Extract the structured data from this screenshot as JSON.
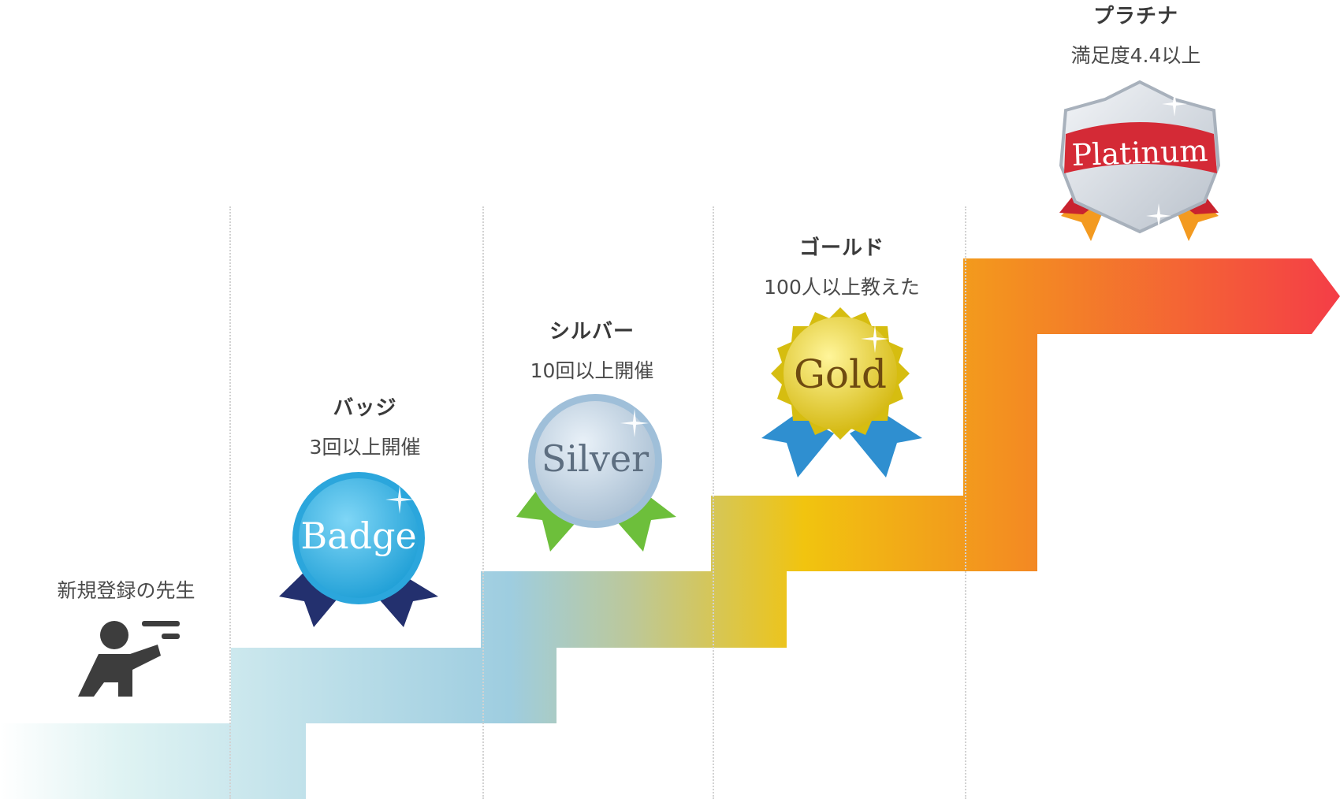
{
  "stages": [
    {
      "key": "beginner",
      "title": "",
      "requirement": "新規登録の先生",
      "icon": "teacher-pointing-icon",
      "badge_text": ""
    },
    {
      "key": "badge",
      "title": "バッジ",
      "requirement": "3回以上開催",
      "icon": "blue-medal-icon",
      "badge_text": "Badge"
    },
    {
      "key": "silver",
      "title": "シルバー",
      "requirement": "10回以上開催",
      "icon": "silver-medal-icon",
      "badge_text": "Silver"
    },
    {
      "key": "gold",
      "title": "ゴールド",
      "requirement": "100人以上教えた",
      "icon": "gold-medal-icon",
      "badge_text": "Gold"
    },
    {
      "key": "platinum",
      "title": "プラチナ",
      "requirement": "満足度4.4以上",
      "icon": "platinum-shield-icon",
      "badge_text": "Platinum"
    }
  ],
  "colors": {
    "step_start": "#dff3f3",
    "step_blue": "#9ecde0",
    "step_yellow": "#f1c40f",
    "step_orange": "#f39020",
    "step_red": "#f43d47",
    "badge_blue": "#3cb6e6",
    "silver": "#b8cde0",
    "gold": "#e8d42a",
    "platinum_ribbon": "#d42a36"
  }
}
